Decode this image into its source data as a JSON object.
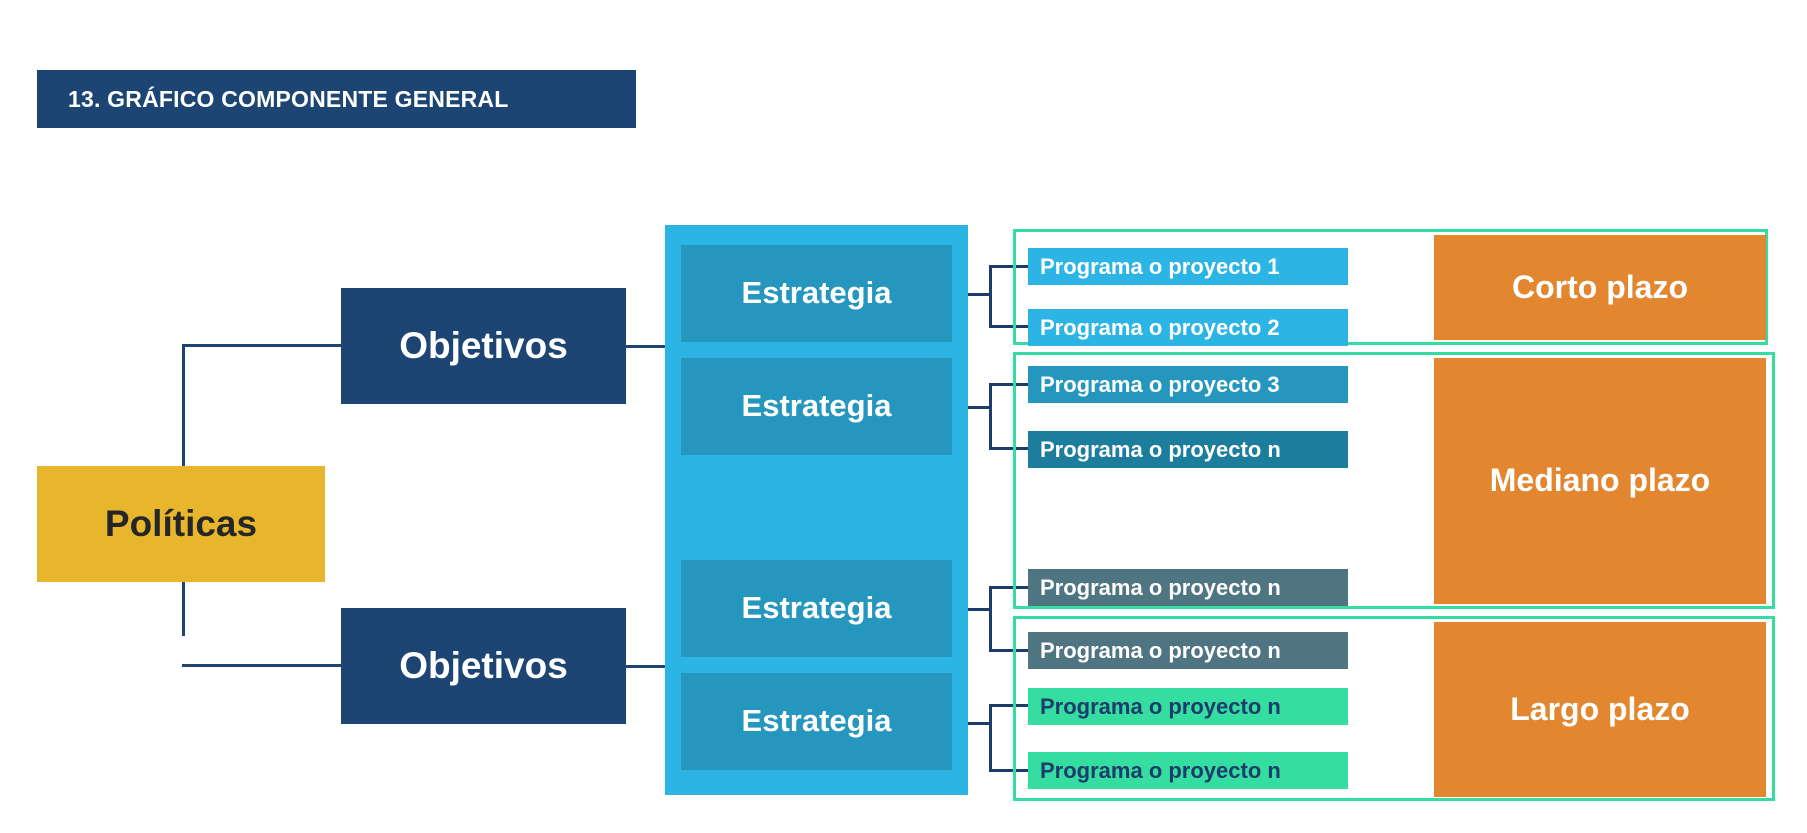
{
  "title": {
    "text": "13. GRÁFICO COMPONENTE GENERAL",
    "background": "#1c4574",
    "color": "#ffffff"
  },
  "colors": {
    "politicas": "#e8b62c",
    "objetivos": "#1c4574",
    "estrategia_panel": "#2cb4e4",
    "estrategia_box": "#2596be",
    "group_outline": "#35dea0",
    "plazo": "#e2872f",
    "connector": "#1c4574",
    "prog_light": "#2cb4e4",
    "prog_mid": "#2596be",
    "prog_dark": "#1c7e9c",
    "prog_slate": "#4f7582",
    "prog_mint": "#35dea0"
  },
  "root": {
    "label": "Políticas"
  },
  "objetivos": [
    {
      "label": "Objetivos"
    },
    {
      "label": "Objetivos"
    }
  ],
  "estrategias": [
    {
      "label": "Estrategia"
    },
    {
      "label": "Estrategia"
    },
    {
      "label": "Estrategia"
    },
    {
      "label": "Estrategia"
    }
  ],
  "programas": [
    {
      "label": "Programa o proyecto 1",
      "style": "prog-light"
    },
    {
      "label": "Programa o proyecto 2",
      "style": "prog-light"
    },
    {
      "label": "Programa o proyecto 3",
      "style": "prog-mid"
    },
    {
      "label": "Programa o proyecto n",
      "style": "prog-dark"
    },
    {
      "label": "Programa o proyecto n",
      "style": "prog-slate"
    },
    {
      "label": "Programa o proyecto n",
      "style": "prog-slate"
    },
    {
      "label": "Programa o proyecto n",
      "style": "prog-mint"
    },
    {
      "label": "Programa o proyecto n",
      "style": "prog-mint"
    }
  ],
  "plazos": [
    {
      "label": "Corto plazo"
    },
    {
      "label": "Mediano plazo"
    },
    {
      "label": "Largo plazo"
    }
  ]
}
